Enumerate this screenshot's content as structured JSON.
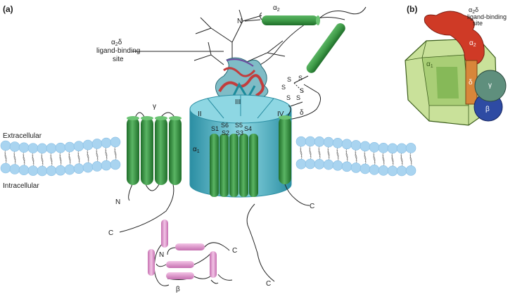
{
  "panels": {
    "a": "(a)",
    "b": "(b)"
  },
  "membrane": {
    "extracellular": "Extracellular",
    "intracellular": "Intracellular"
  },
  "ligand": {
    "prefix": "α",
    "sub2": "2",
    "delta": "δ",
    "line1": "ligand-binding",
    "line2": "site"
  },
  "alpha1": {
    "label": "α",
    "sub": "1"
  },
  "alpha2": {
    "label": "α",
    "sub": "2"
  },
  "delta": "δ",
  "gamma": "γ",
  "beta": "β",
  "domains": {
    "II": "II",
    "III": "III",
    "IV": "IV"
  },
  "segments": {
    "S1": "S1",
    "S2": "S2",
    "S3": "S3",
    "S4": "S4",
    "S5": "S5",
    "S6": "S6"
  },
  "disulfide": {
    "s": "S"
  },
  "termini": {
    "N": "N",
    "C": "C"
  },
  "panel_b": {
    "alpha1": "α",
    "alpha1_sub": "1",
    "alpha2": "α",
    "alpha2_sub": "2",
    "delta": "δ",
    "gamma": "γ",
    "beta": "β"
  },
  "colors": {
    "membrane_head": "#a9d4f0",
    "helix_green": "#3f9b48",
    "channel_teal": "#58bfd0",
    "beta_pink": "#e59bd0",
    "alpha2_red": "#cf3a26",
    "alpha1_lightgreen": "#c7df97",
    "delta_orange": "#d8863a",
    "gamma_teal": "#5f8f7d",
    "beta_blue": "#2e4ba3"
  }
}
